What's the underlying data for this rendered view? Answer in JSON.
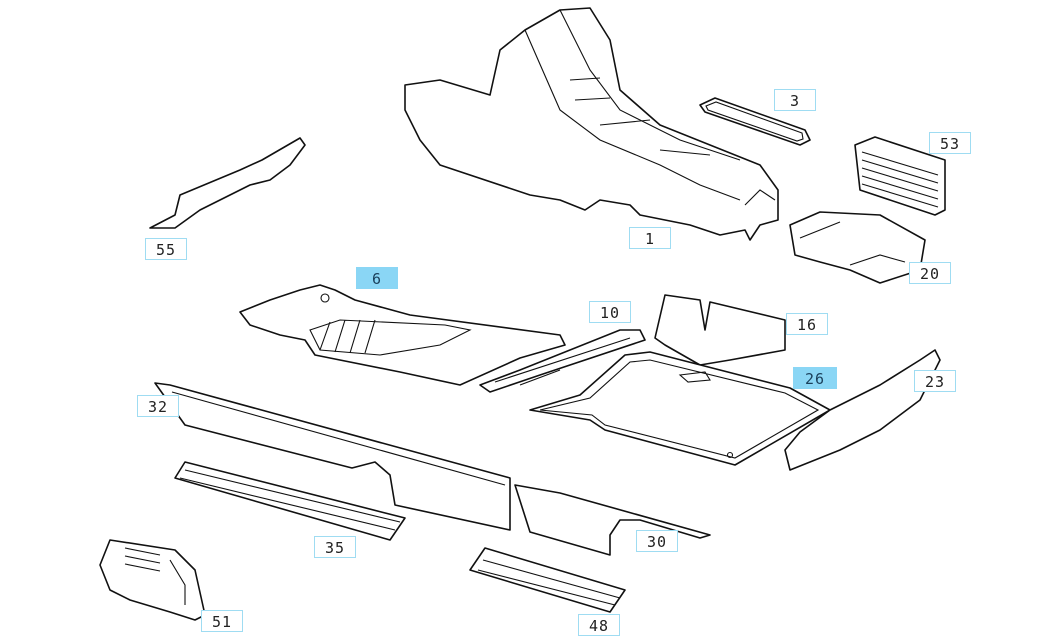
{
  "diagram": {
    "highlight_color": "#8ad6f5",
    "callouts": [
      {
        "id": "55",
        "label": "55",
        "highlighted": false
      },
      {
        "id": "1",
        "label": "1",
        "highlighted": false
      },
      {
        "id": "3",
        "label": "3",
        "highlighted": false
      },
      {
        "id": "53",
        "label": "53",
        "highlighted": false
      },
      {
        "id": "20",
        "label": "20",
        "highlighted": false
      },
      {
        "id": "6",
        "label": "6",
        "highlighted": true
      },
      {
        "id": "10",
        "label": "10",
        "highlighted": false
      },
      {
        "id": "16",
        "label": "16",
        "highlighted": false
      },
      {
        "id": "26",
        "label": "26",
        "highlighted": true
      },
      {
        "id": "23",
        "label": "23",
        "highlighted": false
      },
      {
        "id": "32",
        "label": "32",
        "highlighted": false
      },
      {
        "id": "35",
        "label": "35",
        "highlighted": false
      },
      {
        "id": "30",
        "label": "30",
        "highlighted": false
      },
      {
        "id": "51",
        "label": "51",
        "highlighted": false
      },
      {
        "id": "48",
        "label": "48",
        "highlighted": false
      }
    ]
  }
}
